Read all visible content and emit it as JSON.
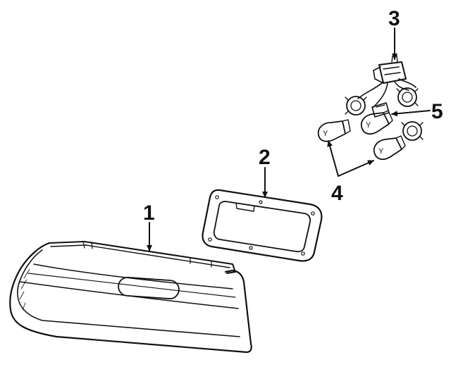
{
  "diagram": {
    "stroke_color": "#111111",
    "background": "#ffffff",
    "bulb_mark": "Y",
    "callouts": [
      {
        "id": "c1",
        "label": "1"
      },
      {
        "id": "c2",
        "label": "2"
      },
      {
        "id": "c3",
        "label": "3"
      },
      {
        "id": "c4",
        "label": "4"
      },
      {
        "id": "c5",
        "label": "5"
      }
    ]
  }
}
